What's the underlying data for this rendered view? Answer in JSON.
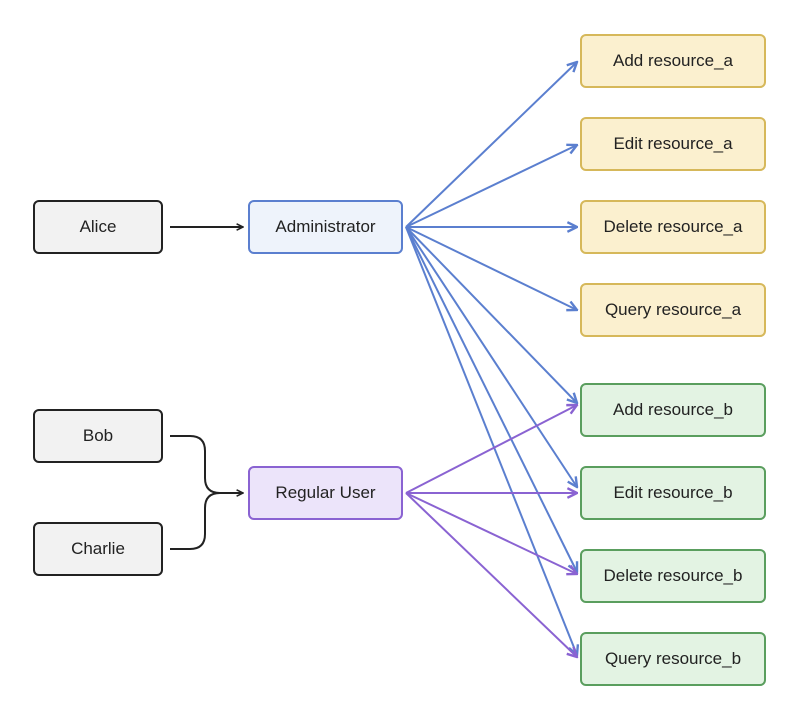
{
  "users": {
    "alice": "Alice",
    "bob": "Bob",
    "charlie": "Charlie"
  },
  "roles": {
    "administrator": "Administrator",
    "regular_user": "Regular User"
  },
  "permissions_a": [
    "Add resource_a",
    "Edit resource_a",
    "Delete resource_a",
    "Query resource_a"
  ],
  "permissions_b": [
    "Add resource_b",
    "Edit resource_b",
    "Delete resource_b",
    "Query resource_b"
  ],
  "colors": {
    "user_border": "#222222",
    "user_fill": "#f2f2f2",
    "admin_border": "#5b7fcf",
    "admin_fill": "#eef3fb",
    "admin_edge": "#5b7fcf",
    "regular_border": "#8a63d2",
    "regular_fill": "#ece4fa",
    "regular_edge": "#8a63d2",
    "perm_a_border": "#d6b85a",
    "perm_a_fill": "#fbf0cf",
    "perm_b_border": "#5a9e5e",
    "perm_b_fill": "#e3f3e3"
  }
}
